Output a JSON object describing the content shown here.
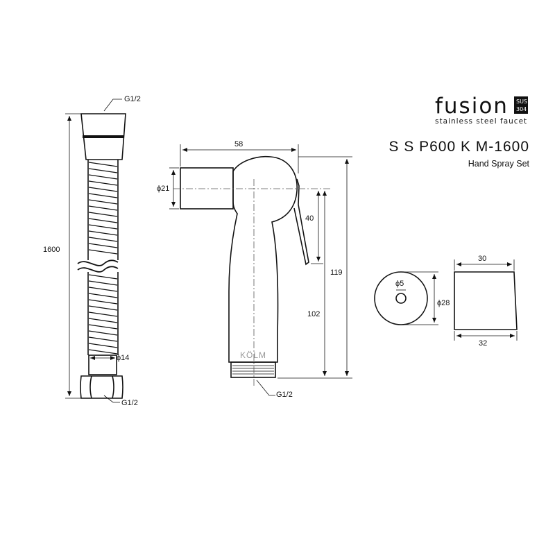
{
  "brand": {
    "name": "fusion",
    "badge_top": "SUS",
    "badge_bottom": "304",
    "tagline": "stainless steel faucet"
  },
  "product": {
    "model": "S S P600 K M-1600",
    "name": "Hand Spray Set"
  },
  "hose": {
    "top_thread": "G1/2",
    "length": "1600",
    "diameter": "ϕ14",
    "bottom_thread": "G1/2"
  },
  "spray": {
    "width": "58",
    "inlet_diameter": "ϕ21",
    "lever_height": "40",
    "total_height": "119",
    "handle_height": "102",
    "thread": "G1/2",
    "maker_mark": "KÖLM"
  },
  "holder": {
    "hole_diameter": "ϕ5",
    "diameter": "ϕ28",
    "top_width": "30",
    "bottom_width": "32"
  }
}
